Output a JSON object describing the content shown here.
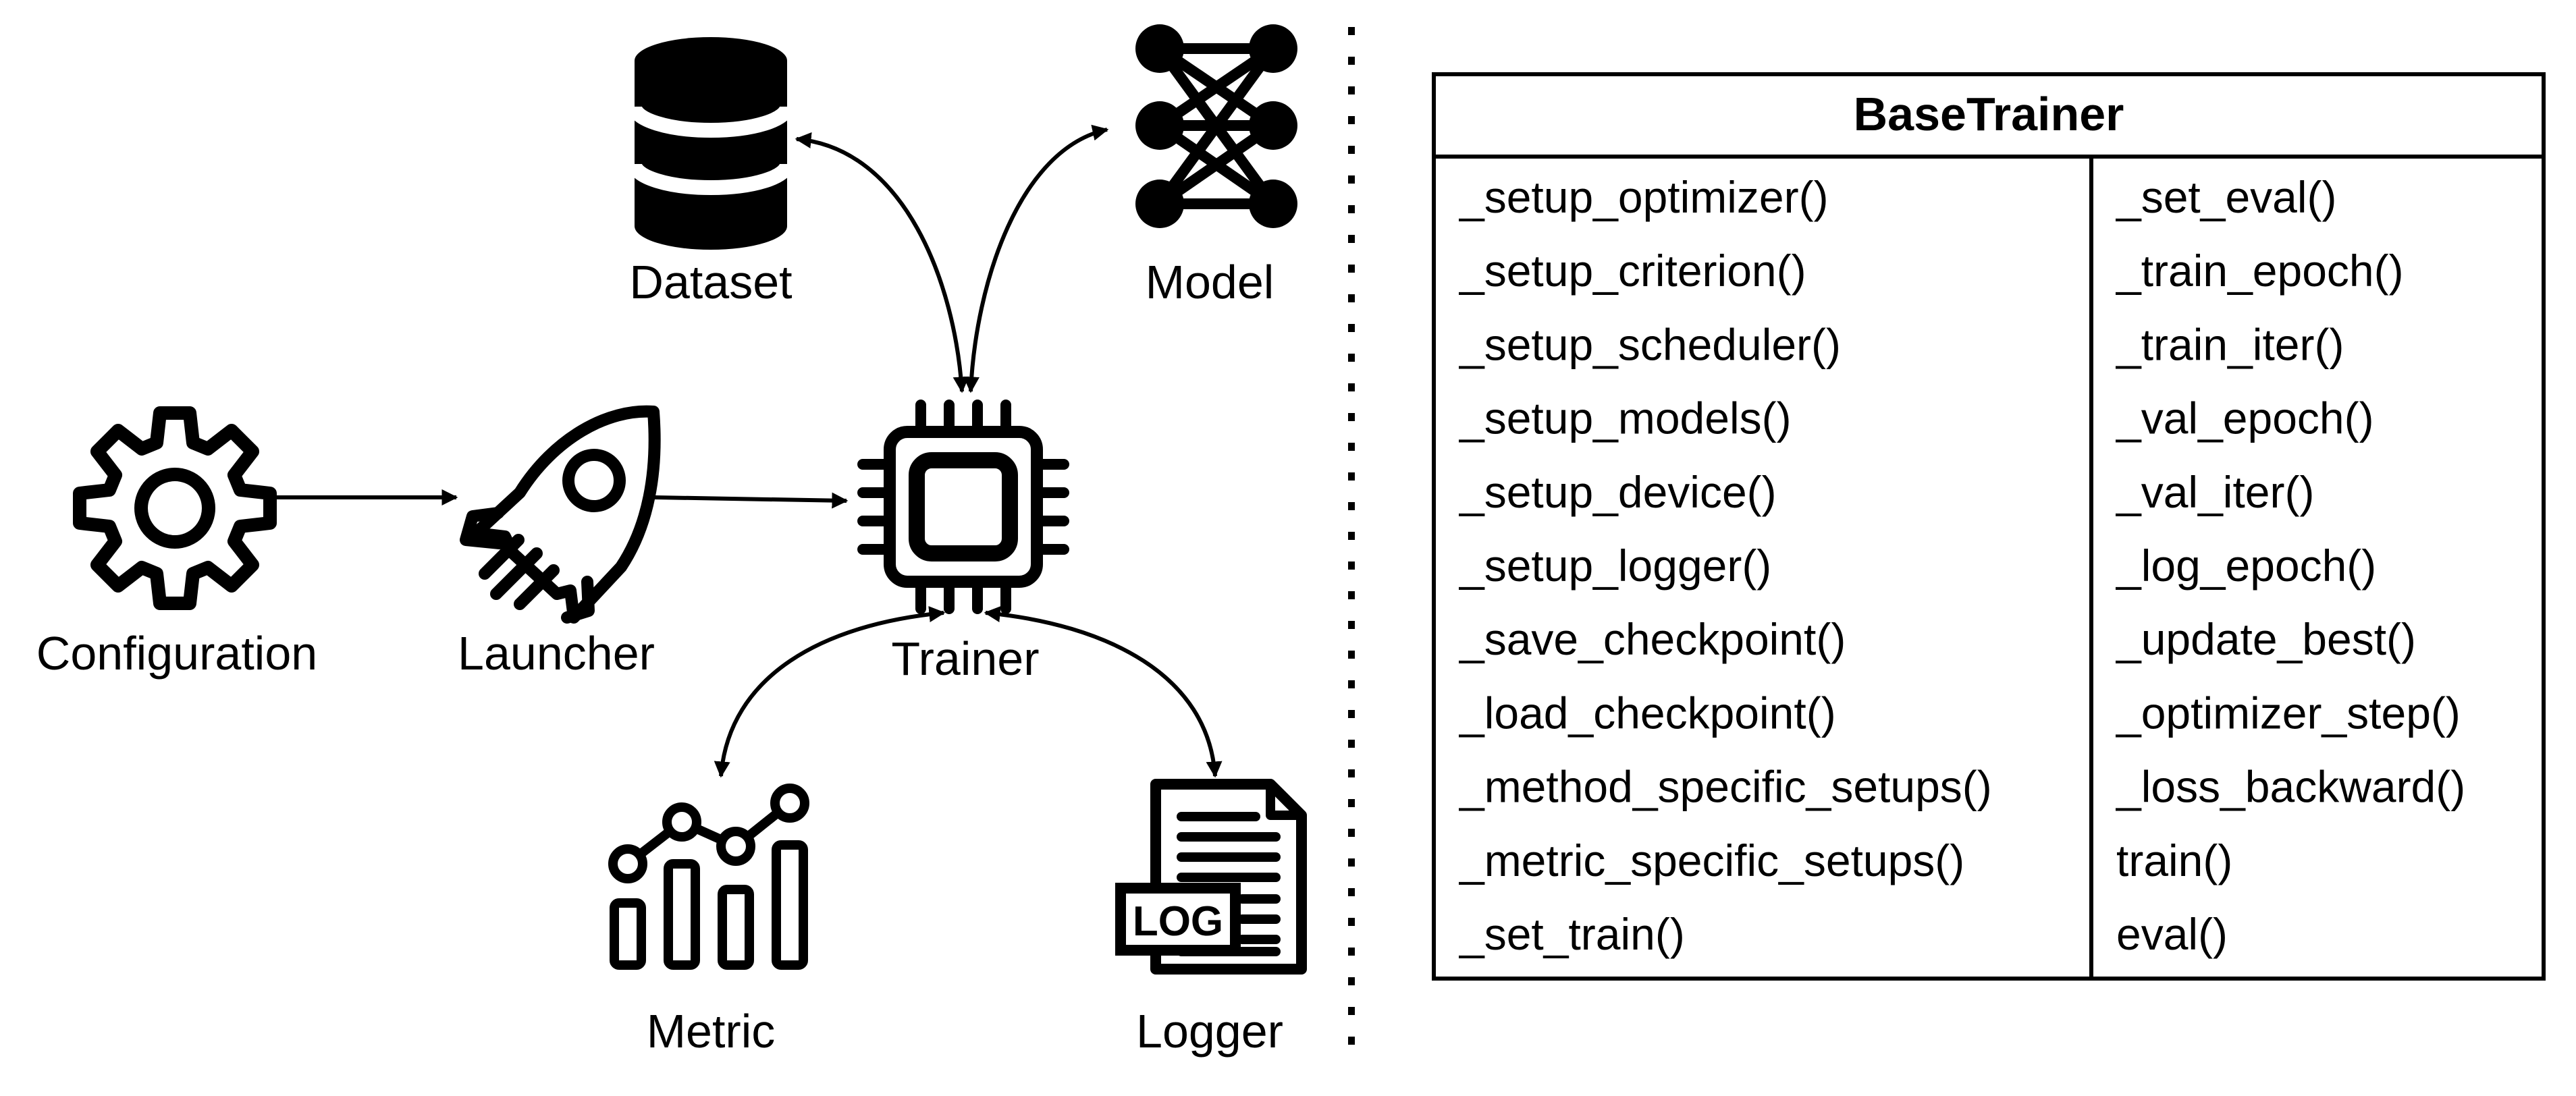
{
  "nodes": {
    "dataset": "Dataset",
    "model": "Model",
    "configuration": "Configuration",
    "launcher": "Launcher",
    "trainer": "Trainer",
    "metric": "Metric",
    "logger": "Logger",
    "log_badge": "LOG"
  },
  "icons": {
    "dataset": "database-icon",
    "model": "neural-network-icon",
    "configuration": "gear-icon",
    "launcher": "rocket-icon",
    "trainer": "cpu-chip-icon",
    "metric": "line-bar-chart-icon",
    "logger": "log-file-icon"
  },
  "class_box": {
    "title": "BaseTrainer",
    "left_methods": [
      "_setup_optimizer()",
      "_setup_criterion()",
      "_setup_scheduler()",
      "_setup_models()",
      "_setup_device()",
      "_setup_logger()",
      "_save_checkpoint()",
      "_load_checkpoint()",
      "_method_specific_setups()",
      "_metric_specific_setups()",
      "_set_train()"
    ],
    "right_methods": [
      "_set_eval()",
      "_train_epoch()",
      "_train_iter()",
      "_val_epoch()",
      "_val_iter()",
      "_log_epoch()",
      "_update_best()",
      "_optimizer_step()",
      "_loss_backward()",
      "train()",
      "eval()"
    ]
  }
}
